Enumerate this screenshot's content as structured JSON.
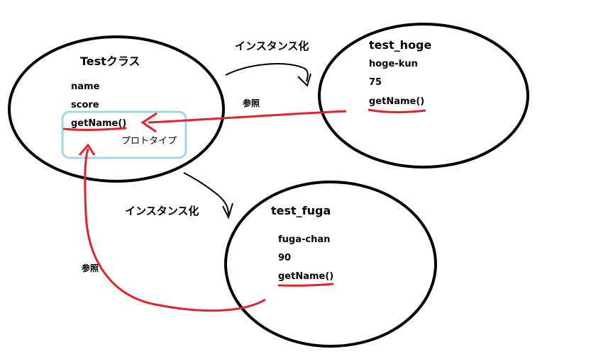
{
  "diagram": {
    "class_node": {
      "title": "Testクラス",
      "members": [
        "name",
        "score",
        "getName()"
      ],
      "prototype_label": "プロトタイプ"
    },
    "instance_hoge": {
      "title": "test_hoge",
      "members": [
        "hoge-kun",
        "75",
        "getName()"
      ]
    },
    "instance_fuga": {
      "title": "test_fuga",
      "members": [
        "fuga-chan",
        "90",
        "getName()"
      ]
    },
    "edges": {
      "instantiate_hoge": "インスタンス化",
      "instantiate_fuga": "インスタンス化",
      "reference_hoge": "参照",
      "reference_fuga": "参照"
    },
    "colors": {
      "outline": "#000000",
      "reference": "#e8202a",
      "prototype_box": "#9fd7e8",
      "background": "#ffffff"
    }
  }
}
